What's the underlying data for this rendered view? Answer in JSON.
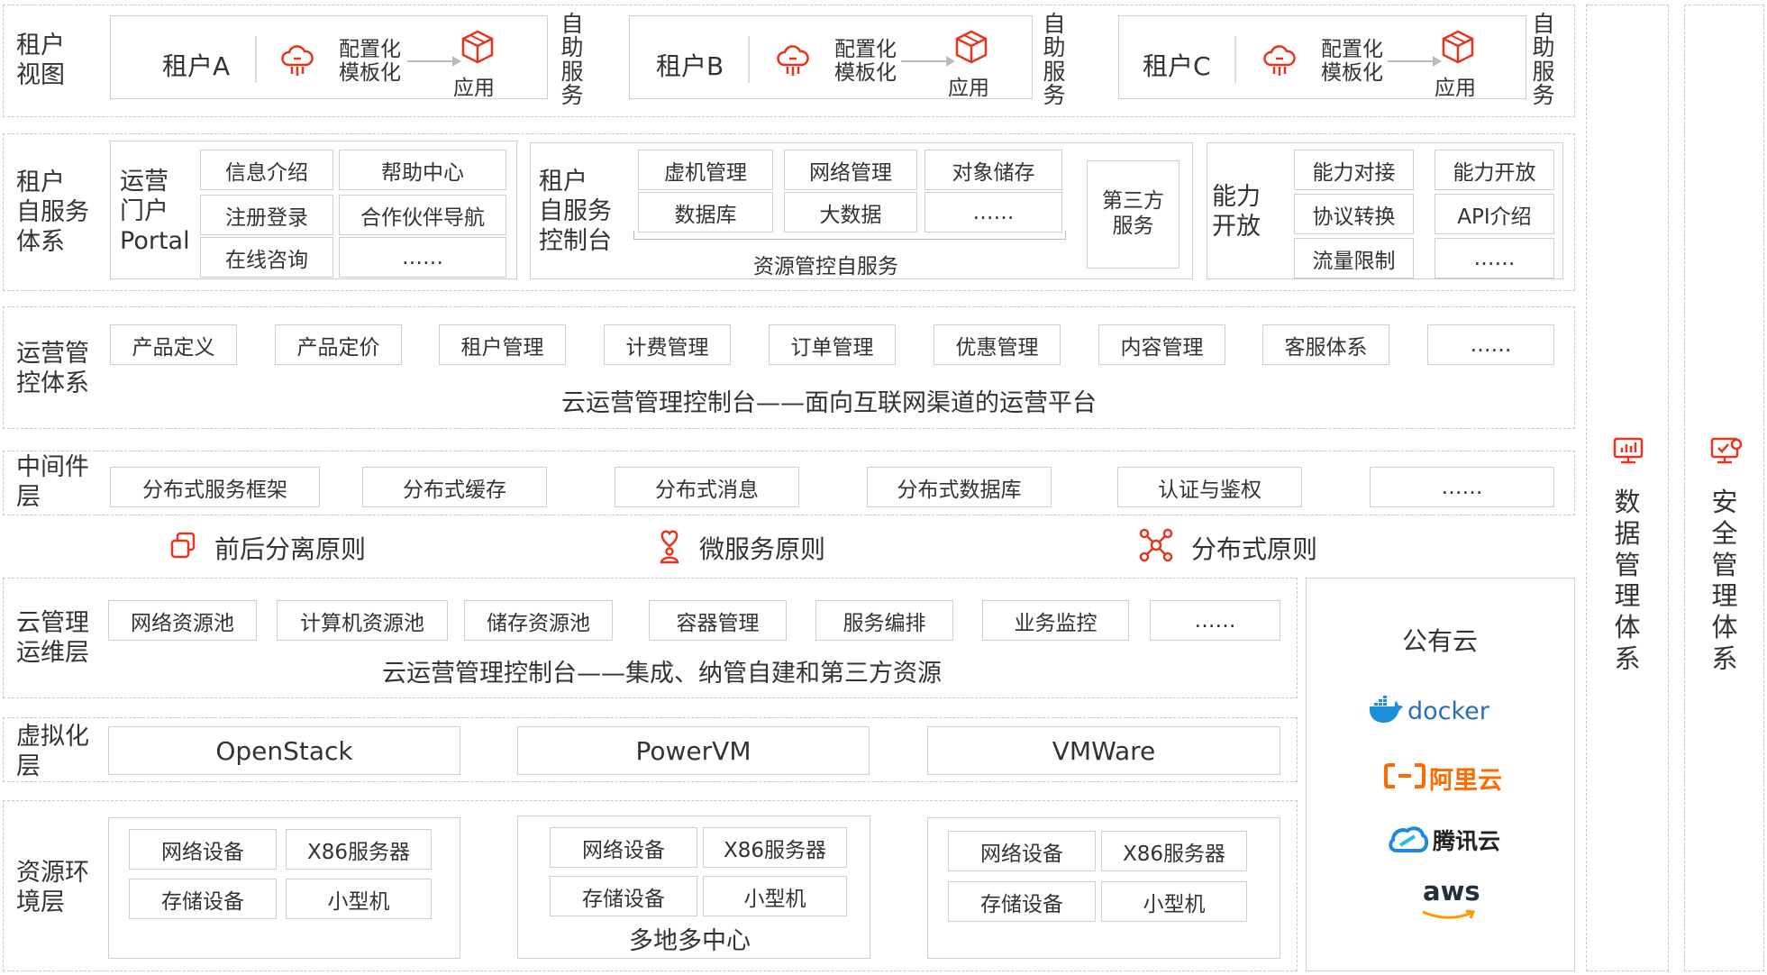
{
  "colors": {
    "accent": "#e8341c",
    "border": "#c8c8c8",
    "text": "#333333",
    "aliyun": "#ff6a00",
    "tencent": "#1e88e5",
    "docker": "#1d8fd6"
  },
  "tenant_view": {
    "label_lines": [
      "租户",
      "视图"
    ],
    "tenants": [
      {
        "name": "租户A",
        "template_lines": [
          "配置化",
          "模板化"
        ],
        "app": "应用",
        "self_service": [
          "自",
          "助",
          "服",
          "务"
        ]
      },
      {
        "name": "租户B",
        "template_lines": [
          "配置化",
          "模板化"
        ],
        "app": "应用",
        "self_service": [
          "自",
          "助",
          "服",
          "务"
        ]
      },
      {
        "name": "租户C",
        "template_lines": [
          "配置化",
          "模板化"
        ],
        "app": "应用",
        "self_service": [
          "自",
          "助",
          "服",
          "务"
        ]
      }
    ]
  },
  "tenant_self_service": {
    "label_lines": [
      "租户",
      "自服务",
      "体系"
    ],
    "portal": {
      "label_lines": [
        "运营",
        "门户",
        "Portal"
      ],
      "items": [
        "信息介绍",
        "帮助中心",
        "注册登录",
        "合作伙伴导航",
        "在线咨询",
        "……"
      ]
    },
    "console": {
      "label_lines": [
        "租户",
        "自服务",
        "控制台"
      ],
      "items": [
        "虚机管理",
        "网络管理",
        "对象储存",
        "数据库",
        "大数据",
        "……"
      ],
      "caption": "资源管控自服务",
      "third_party_lines": [
        "第三方",
        "服务"
      ]
    },
    "capability": {
      "label_lines": [
        "能力",
        "开放"
      ],
      "items": [
        "能力对接",
        "能力开放",
        "协议转换",
        "API介绍",
        "流量限制",
        "……"
      ]
    }
  },
  "ops_mgmt": {
    "label_lines": [
      "运营管",
      "控体系"
    ],
    "items": [
      "产品定义",
      "产品定价",
      "租户管理",
      "计费管理",
      "订单管理",
      "优惠管理",
      "内容管理",
      "客服体系",
      "……"
    ],
    "caption": "云运营管理控制台——面向互联网渠道的运营平台"
  },
  "middleware": {
    "label_lines": [
      "中间件",
      "层"
    ],
    "items": [
      "分布式服务框架",
      "分布式缓存",
      "分布式消息",
      "分布式数据库",
      "认证与鉴权",
      "……"
    ]
  },
  "principles": [
    "前后分离原则",
    "微服务原则",
    "分布式原则"
  ],
  "cloud_ops": {
    "label_lines": [
      "云管理",
      "运维层"
    ],
    "items": [
      "网络资源池",
      "计算机资源池",
      "储存资源池",
      "容器管理",
      "服务编排",
      "业务监控",
      "……"
    ],
    "caption": "云运营管理控制台——集成、纳管自建和第三方资源"
  },
  "virtualization": {
    "label_lines": [
      "虚拟化",
      "层"
    ],
    "items": [
      "OpenStack",
      "PowerVM",
      "VMWare"
    ]
  },
  "resource_env": {
    "label_lines": [
      "资源环",
      "境层"
    ],
    "groups": [
      [
        "网络设备",
        "X86服务器",
        "存储设备",
        "小型机"
      ],
      [
        "网络设备",
        "X86服务器",
        "存储设备",
        "小型机"
      ],
      [
        "网络设备",
        "X86服务器",
        "存储设备",
        "小型机"
      ]
    ],
    "caption": "多地多中心"
  },
  "public_cloud": {
    "title": "公有云",
    "logos": [
      "docker",
      "阿里云",
      "腾讯云",
      "aws"
    ]
  },
  "side_columns": [
    {
      "icon": "monitor-chart-icon",
      "text": [
        "数",
        "据",
        "管",
        "理",
        "体",
        "系"
      ]
    },
    {
      "icon": "monitor-check-icon",
      "text": [
        "安",
        "全",
        "管",
        "理",
        "体",
        "系"
      ]
    }
  ]
}
